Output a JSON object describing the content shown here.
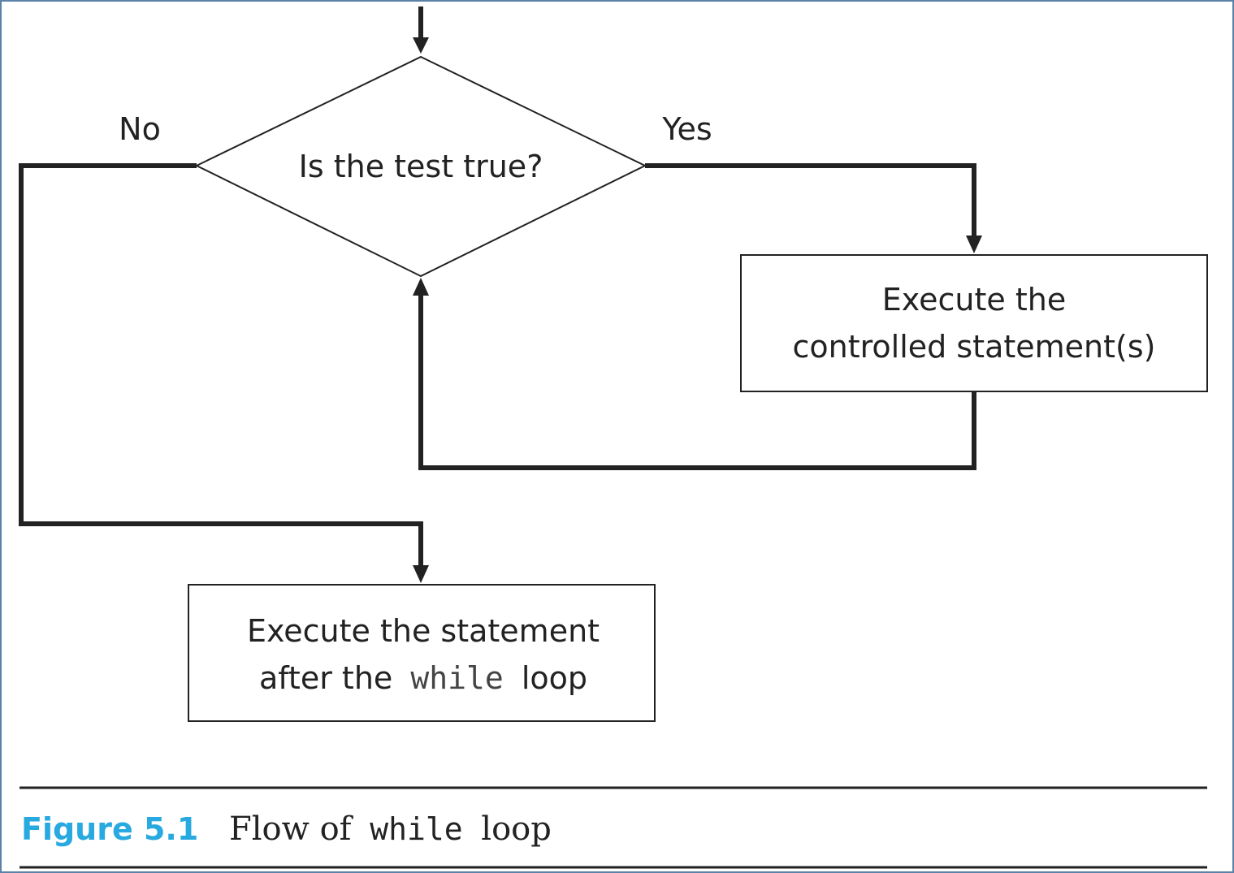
{
  "diagram": {
    "decision": {
      "text": "Is the test true?"
    },
    "branch_no": {
      "label": "No"
    },
    "branch_yes": {
      "label": "Yes"
    },
    "loop_body": {
      "line1": "Execute the",
      "line2": "controlled statement(s)"
    },
    "after_loop": {
      "line1": "Execute the statement",
      "line2_before": "after the",
      "line2_code": "while",
      "line2_after": "loop"
    }
  },
  "caption": {
    "number": "Figure 5.1",
    "text_before": "Flow of",
    "code": "while",
    "text_after": "loop"
  },
  "colors": {
    "frame": "#5b82a8",
    "caption_number": "#28a9e0",
    "lines": "#222222"
  }
}
